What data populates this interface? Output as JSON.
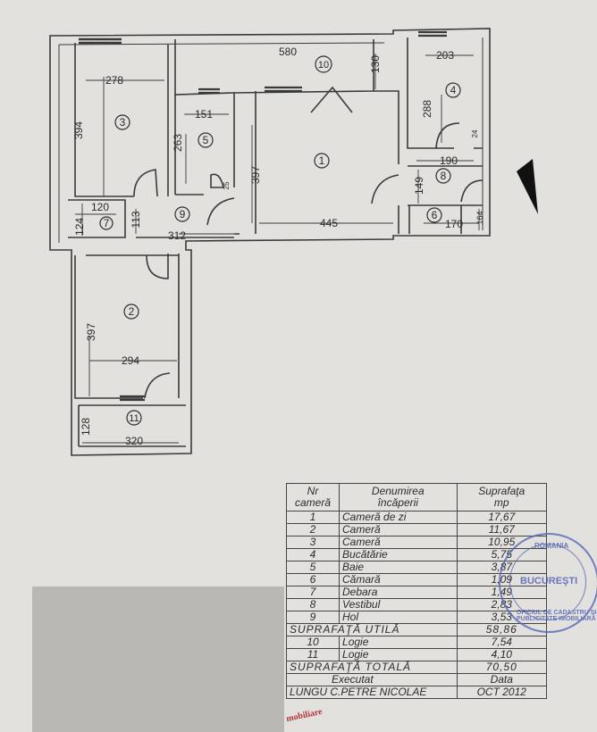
{
  "plan": {
    "rooms": [
      {
        "id": "1",
        "label": "1"
      },
      {
        "id": "2",
        "label": "2"
      },
      {
        "id": "3",
        "label": "3"
      },
      {
        "id": "4",
        "label": "4"
      },
      {
        "id": "5",
        "label": "5"
      },
      {
        "id": "6",
        "label": "6"
      },
      {
        "id": "7",
        "label": "7"
      },
      {
        "id": "8",
        "label": "8"
      },
      {
        "id": "9",
        "label": "9"
      },
      {
        "id": "10",
        "label": "10"
      },
      {
        "id": "11",
        "label": "11"
      }
    ],
    "dimensions": {
      "d580": "580",
      "d130": "130",
      "d203": "203",
      "d278": "278",
      "d394": "394",
      "d151": "151",
      "d263": "263",
      "d397a": "397",
      "d288": "288",
      "d190": "190",
      "d149": "149",
      "d120": "120",
      "d124": "124",
      "d113": "113",
      "d312": "312",
      "d445": "445",
      "d170": "170",
      "d164": "164",
      "d397b": "397",
      "d294": "294",
      "d128": "128",
      "d320": "320",
      "d24": "24",
      "d25": "25"
    }
  },
  "table": {
    "headers": {
      "nr": "Nr\ncameră",
      "name": "Denumirea\nîncăperii",
      "area": "Suprafaţa\nmp"
    },
    "rows": [
      {
        "nr": "1",
        "name": "Cameră de zi",
        "area": "17,67"
      },
      {
        "nr": "2",
        "name": "Cameră",
        "area": "11,67"
      },
      {
        "nr": "3",
        "name": "Cameră",
        "area": "10,95"
      },
      {
        "nr": "4",
        "name": "Bucătărie",
        "area": "5,75"
      },
      {
        "nr": "5",
        "name": "Baie",
        "area": "3,87"
      },
      {
        "nr": "6",
        "name": "Cămară",
        "area": "1,09"
      },
      {
        "nr": "7",
        "name": "Debara",
        "area": "1,49"
      },
      {
        "nr": "8",
        "name": "Vestibul",
        "area": "2,83"
      },
      {
        "nr": "9",
        "name": "Hol",
        "area": "3,53"
      }
    ],
    "util_label": "SUPRAFAŢĂ UTILĂ",
    "util_value": "58,86",
    "logia_rows": [
      {
        "nr": "10",
        "name": "Logie",
        "area": "7,54"
      },
      {
        "nr": "11",
        "name": "Logie",
        "area": "4,10"
      }
    ],
    "total_label": "SUPRAFAŢĂ TOTALĂ",
    "total_value": "70,50",
    "executed_label": "Executat",
    "date_label": "Data",
    "author": "LUNGU C.PETRE NICOLAE",
    "date": "OCT 2012"
  },
  "stamp": {
    "country": "ROMANIA",
    "city": "BUCUREŞTI",
    "agency": "OFICIUL DE CADASTRU ŞI PUBLICITATE IMOBILIARĂ"
  },
  "brand": "mobiliare"
}
